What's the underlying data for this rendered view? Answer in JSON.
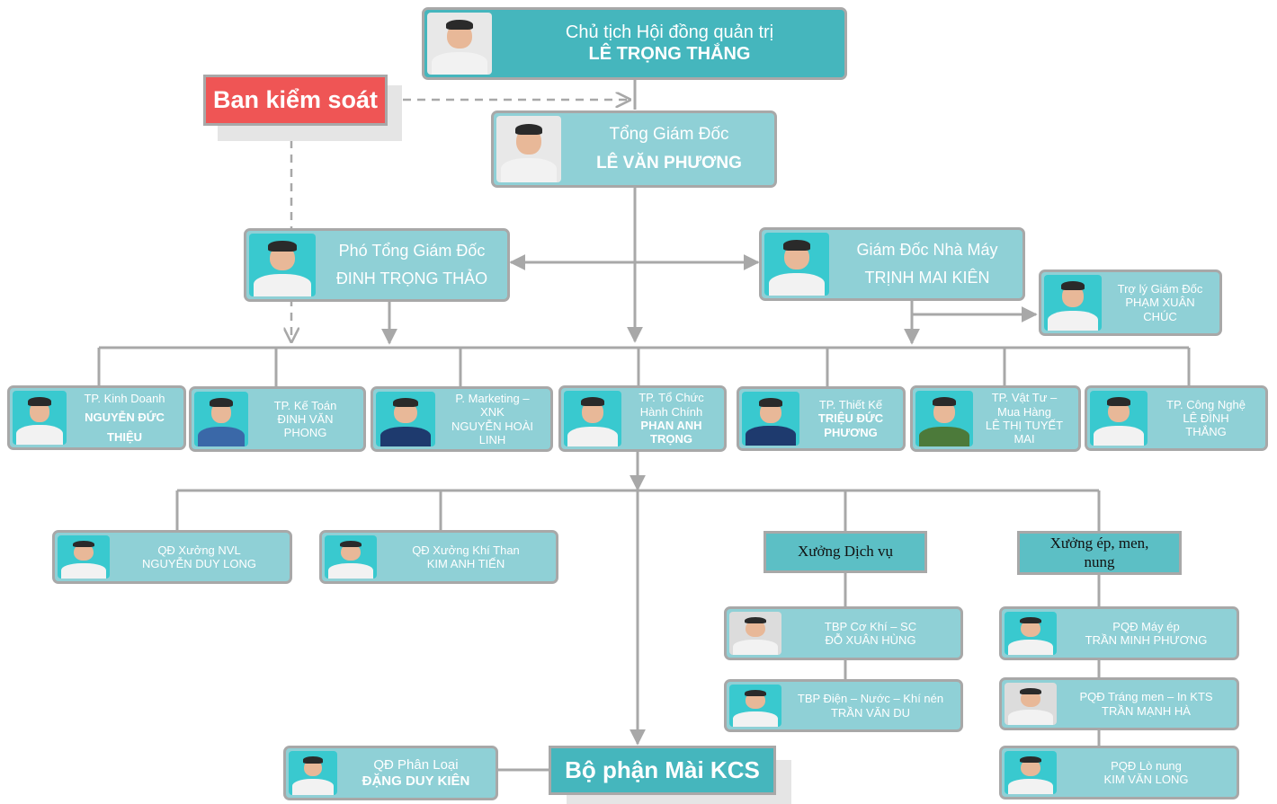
{
  "chairman": {
    "title": "Chủ tịch Hội đồng quản trị",
    "name": "LÊ TRỌNG THẮNG"
  },
  "supervisory": {
    "label": "Ban kiểm soát"
  },
  "ceo": {
    "title": "Tổng Giám Đốc",
    "name": "LÊ VĂN PHƯƠNG"
  },
  "deputy_ceo": {
    "title": "Phó Tổng Giám Đốc",
    "name": "ĐINH TRỌNG THẢO"
  },
  "plant_director": {
    "title": "Giám Đốc Nhà Máy",
    "name": "TRỊNH MAI KIÊN"
  },
  "assistant_director": {
    "line1": "Trợ lý Giám Đốc",
    "line2": "PHẠM XUÂN",
    "line3": "CHÚC"
  },
  "departments": [
    {
      "line1": "TP. Kinh Doanh",
      "line2": "NGUYỄN ĐỨC",
      "line3": "THIỆU"
    },
    {
      "line1": "TP. Kế Toán",
      "line2": "ĐINH VĂN",
      "line3": "PHONG"
    },
    {
      "line1": "P. Marketing –",
      "line2": "XNK",
      "line3": "NGUYỄN HOÀI",
      "line4": "LINH"
    },
    {
      "line1": "TP. Tổ Chức",
      "line2": "Hành Chính",
      "line3": "PHAN ANH",
      "line4": "TRỌNG"
    },
    {
      "line1": "TP. Thiết Kế",
      "line2": "TRIỆU ĐỨC",
      "line3": "PHƯƠNG"
    },
    {
      "line1": "TP. Vật Tư –",
      "line2": "Mua Hàng",
      "line3": "LÊ THỊ TUYẾT",
      "line4": "MAI"
    },
    {
      "line1": "TP. Công Nghệ",
      "line2": "LÊ ĐÌNH",
      "line3": "THẮNG"
    }
  ],
  "workshops": [
    {
      "line1": "QĐ Xưởng NVL",
      "line2": "NGUYỄN DUY LONG"
    },
    {
      "line1": "QĐ Xưởng Khí Than",
      "line2": "KIM ANH TIẾN"
    }
  ],
  "service_workshop": {
    "label": "Xưởng Dịch vụ",
    "units": [
      {
        "line1": "TBP Cơ Khí – SC",
        "line2": "ĐỖ XUÂN HÙNG"
      },
      {
        "line1": "TBP Điện – Nước – Khí nén",
        "line2": "TRẦN VĂN DU"
      }
    ]
  },
  "press_workshop": {
    "line1": "Xưởng ép, men,",
    "line2": "nung",
    "units": [
      {
        "line1": "PQĐ Máy ép",
        "line2": "TRẦN MINH PHƯƠNG"
      },
      {
        "line1": "PQĐ Tráng men – In KTS",
        "line2": "TRẦN MẠNH HÀ"
      },
      {
        "line1": "PQĐ Lò nung",
        "line2": "KIM VĂN LONG"
      }
    ]
  },
  "sorting": {
    "line1": "QĐ Phân Loại",
    "line2": "ĐẶNG DUY KIÊN"
  },
  "kcs": {
    "label": "Bộ phận Mài KCS"
  },
  "colors": {
    "teal_dark": "#45b6bd",
    "teal_light": "#8fd0d6",
    "red": "#ef5555",
    "connector": "#a8a8a8"
  },
  "icons": {
    "portrait": "person-photo-icon",
    "arrow": "arrowhead-icon"
  }
}
